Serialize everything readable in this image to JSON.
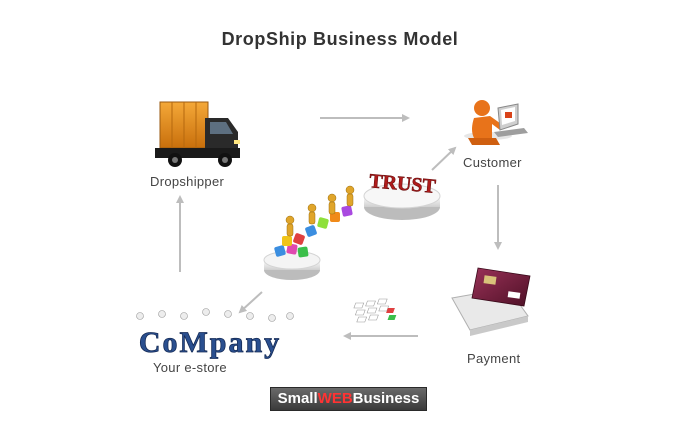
{
  "title": "DropShip Business Model",
  "nodes": {
    "dropshipper": "Dropshipper",
    "customer": "Customer",
    "payment": "Payment",
    "estore": "Your e-store"
  },
  "trust_sign": "TRUST",
  "company_logo": "CoMpany",
  "brand": {
    "part1": "Small",
    "part2": "WEB",
    "part3": "usiness"
  },
  "colors": {
    "arrow": "#bdbdbd",
    "truck_cargo": "#e08a17",
    "truck_cab": "#2a2a2a",
    "person": "#e8731a",
    "card": "#7a1f3d",
    "trust_red": "#b01c1c",
    "company_blue": "#2a4f8f",
    "brand_red": "#ff3333"
  }
}
